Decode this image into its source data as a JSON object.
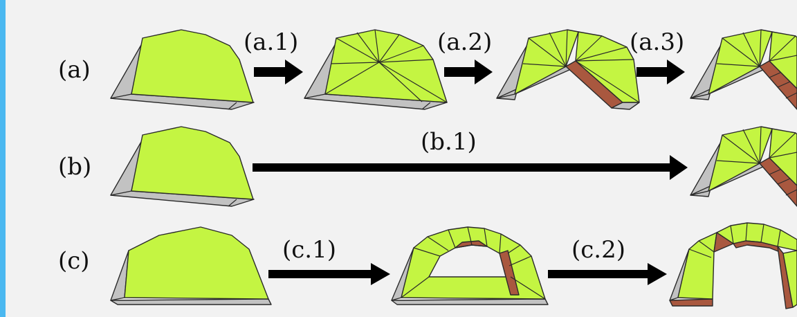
{
  "rows": {
    "a": {
      "label": "(a)",
      "steps": [
        "(a.1)",
        "(a.2)",
        "(a.3)"
      ]
    },
    "b": {
      "label": "(b)",
      "steps": [
        "(b.1)"
      ]
    },
    "c": {
      "label": "(c)",
      "steps": [
        "(c.1)",
        "(c.2)"
      ]
    }
  },
  "colors": {
    "face": "#c4f542",
    "shadow": "#c2c2c2",
    "cut": "#a9583f",
    "arrow": "#000000",
    "accent": "#4bb8f0"
  }
}
